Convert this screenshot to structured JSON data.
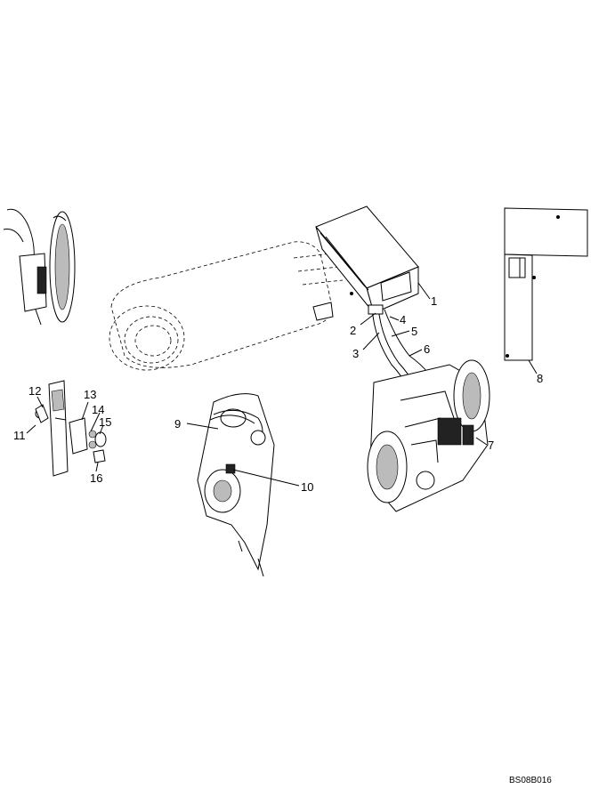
{
  "diagram": {
    "reference_code": "BS08B016",
    "callouts": [
      {
        "id": "c1",
        "label": "1"
      },
      {
        "id": "c2",
        "label": "2"
      },
      {
        "id": "c3",
        "label": "3"
      },
      {
        "id": "c4",
        "label": "4"
      },
      {
        "id": "c5",
        "label": "5"
      },
      {
        "id": "c6",
        "label": "6"
      },
      {
        "id": "c7",
        "label": "7"
      },
      {
        "id": "c8",
        "label": "8"
      },
      {
        "id": "c9",
        "label": "9"
      },
      {
        "id": "c10",
        "label": "10"
      },
      {
        "id": "c11",
        "label": "11"
      },
      {
        "id": "c12",
        "label": "12"
      },
      {
        "id": "c13",
        "label": "13"
      },
      {
        "id": "c14",
        "label": "14"
      },
      {
        "id": "c15",
        "label": "15"
      },
      {
        "id": "c16",
        "label": "16"
      }
    ]
  }
}
